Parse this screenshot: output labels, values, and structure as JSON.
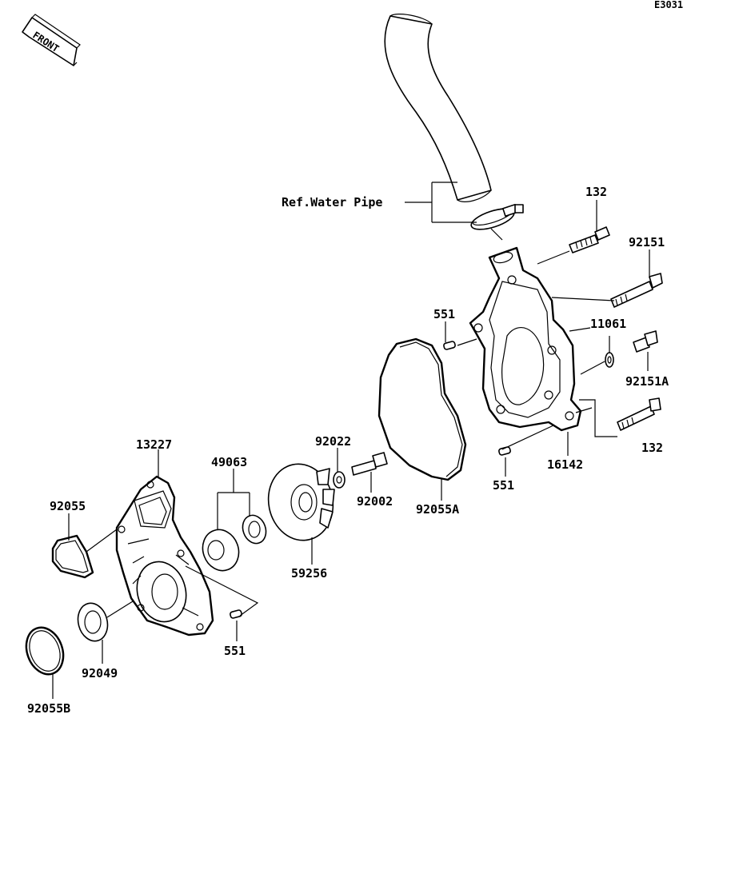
{
  "diagram_code": "E3031",
  "front_badge": "FRONT",
  "ref_label": "Ref.Water Pipe",
  "part_labels": {
    "p132_top": "132",
    "p92151": "92151",
    "p551_upper": "551",
    "p11061": "11061",
    "p92151a": "92151A",
    "p132_bottom": "132",
    "p16142": "16142",
    "p551_right": "551",
    "p92022": "92022",
    "p92002": "92002",
    "p92055a": "92055A",
    "p13227": "13227",
    "p49063": "49063",
    "p92055": "92055",
    "p59256": "59256",
    "p551_lower": "551",
    "p92049": "92049",
    "p92055b": "92055B"
  }
}
